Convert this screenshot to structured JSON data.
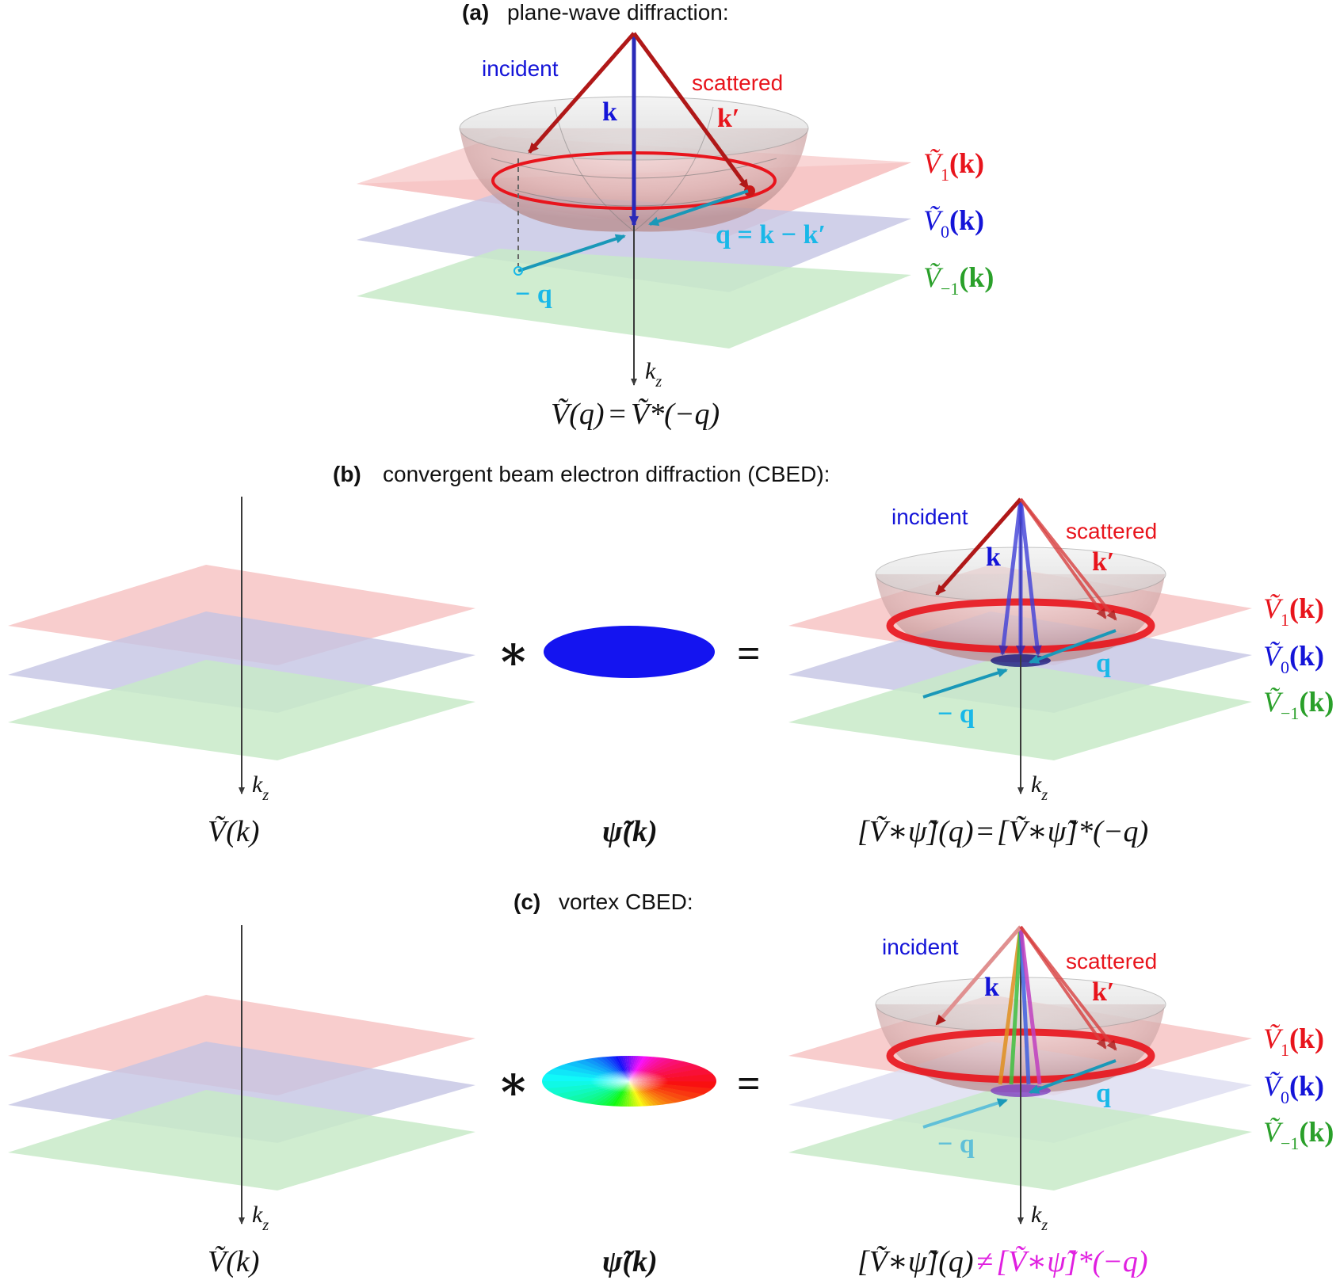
{
  "colors": {
    "red": "#e8141c",
    "darkred": "#b01818",
    "blue": "#1414d8",
    "cyan": "#19b8e8",
    "green": "#2aa02a",
    "magenta": "#e020e0",
    "axis": "#3a3a3a",
    "plane_red": "#f7c4c4",
    "plane_blue": "#c4c4e4",
    "plane_green": "#c8eac8"
  },
  "panel_a": {
    "tag": "(a)",
    "title": "plane-wave diffraction:",
    "incident": "incident",
    "scattered": "scattered",
    "k": "k",
    "kprime": "k′",
    "q_eq": "q = k − k′",
    "minus_q": "− q",
    "kz_k": "k",
    "kz_z": "z",
    "formula_lhs": "Ṽ(q)",
    "formula_eq": "=",
    "formula_rhs": "Ṽ*(−q)"
  },
  "panel_b": {
    "tag": "(b)",
    "title": "convergent beam electron diffraction (CBED):",
    "incident": "incident",
    "scattered": "scattered",
    "k": "k",
    "kprime": "k′",
    "q": "q",
    "minus_q": "− q",
    "conv_symbol": "∗",
    "equals_symbol": "=",
    "kz_k": "k",
    "kz_z": "z",
    "V_of_k": "Ṽ(k)",
    "psi_of_k": "ψ̃(k)",
    "formula_lhs": "[Ṽ∗ψ̃](q)",
    "formula_eq": "=",
    "formula_rhs": "[Ṽ∗ψ̃]*(−q)"
  },
  "panel_c": {
    "tag": "(c)",
    "title": "vortex CBED:",
    "incident": "incident",
    "scattered": "scattered",
    "k": "k",
    "kprime": "k′",
    "q": "q",
    "minus_q": "− q",
    "conv_symbol": "∗",
    "equals_symbol": "=",
    "kz_k": "k",
    "kz_z": "z",
    "V_of_k": "Ṽ(k)",
    "psi_of_k": "ψ̃(k)",
    "formula_lhs": "[Ṽ∗ψ̃](q)",
    "formula_neq": "≠",
    "formula_rhs": "[Ṽ∗ψ̃]*(−q)"
  },
  "plane_labels": {
    "V": "Ṽ",
    "sub_1": "1",
    "sub_0": "0",
    "sub_m1": "−1",
    "arg": "(k)"
  }
}
